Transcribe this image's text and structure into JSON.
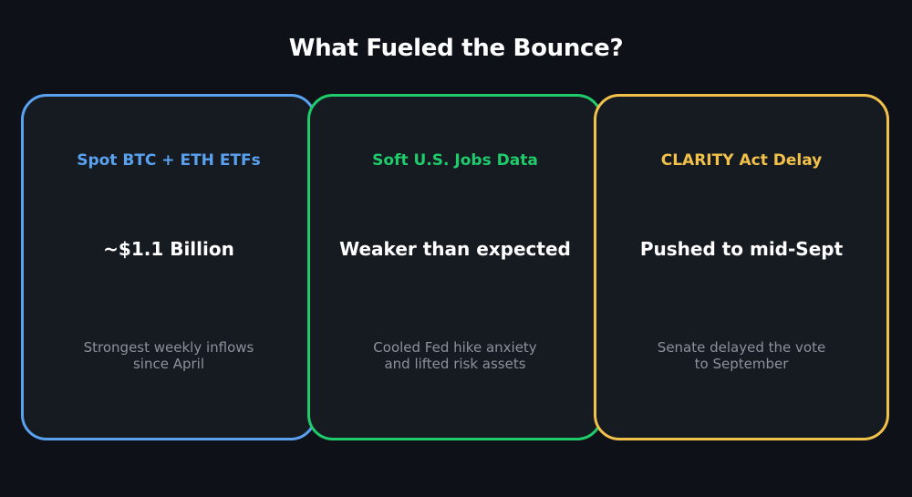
{
  "title": "What Fueled the Bounce?",
  "colors": {
    "background": "#0e1118",
    "card_background": "#161b22",
    "blue": "#5aa2f0",
    "green": "#1fcb6a",
    "yellow": "#f2c14a",
    "value_text": "#ffffff",
    "desc_text": "#8b929c"
  },
  "cards": [
    {
      "heading": "Spot BTC + ETH ETFs",
      "value": "~$1.1 Billion",
      "desc_line1": "Strongest weekly inflows",
      "desc_line2": "since April",
      "accent": "#5aa2f0"
    },
    {
      "heading": "Soft U.S. Jobs Data",
      "value": "Weaker than expected",
      "desc_line1": "Cooled Fed hike anxiety",
      "desc_line2": "and lifted risk assets",
      "accent": "#1fcb6a"
    },
    {
      "heading": "CLARITY Act Delay",
      "value": "Pushed to mid-Sept",
      "desc_line1": "Senate delayed the vote",
      "desc_line2": "to September",
      "accent": "#f2c14a"
    }
  ]
}
